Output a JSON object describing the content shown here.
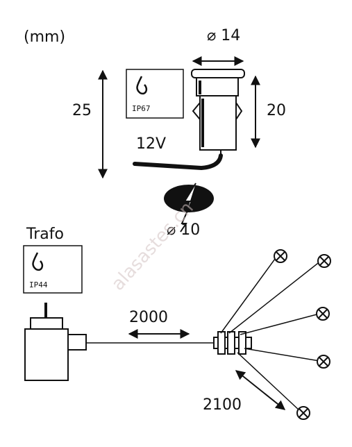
{
  "unit_label": "(mm)",
  "spot": {
    "diameter_label": "⌀ 14",
    "height_label": "20",
    "total_height_label": "25",
    "voltage_label": "12V",
    "hole_diameter_label": "⌀ 10",
    "ip_rating": "IP67"
  },
  "transformer": {
    "title": "Trafo",
    "ip_rating": "IP44",
    "cable_length_label": "2000"
  },
  "distribution": {
    "cable_length_label": "2100",
    "lamp_count": 5
  },
  "watermark": "alasastes.cn",
  "colors": {
    "ink": "#111111",
    "watermark": "#d2c2c2",
    "background": "#ffffff"
  }
}
